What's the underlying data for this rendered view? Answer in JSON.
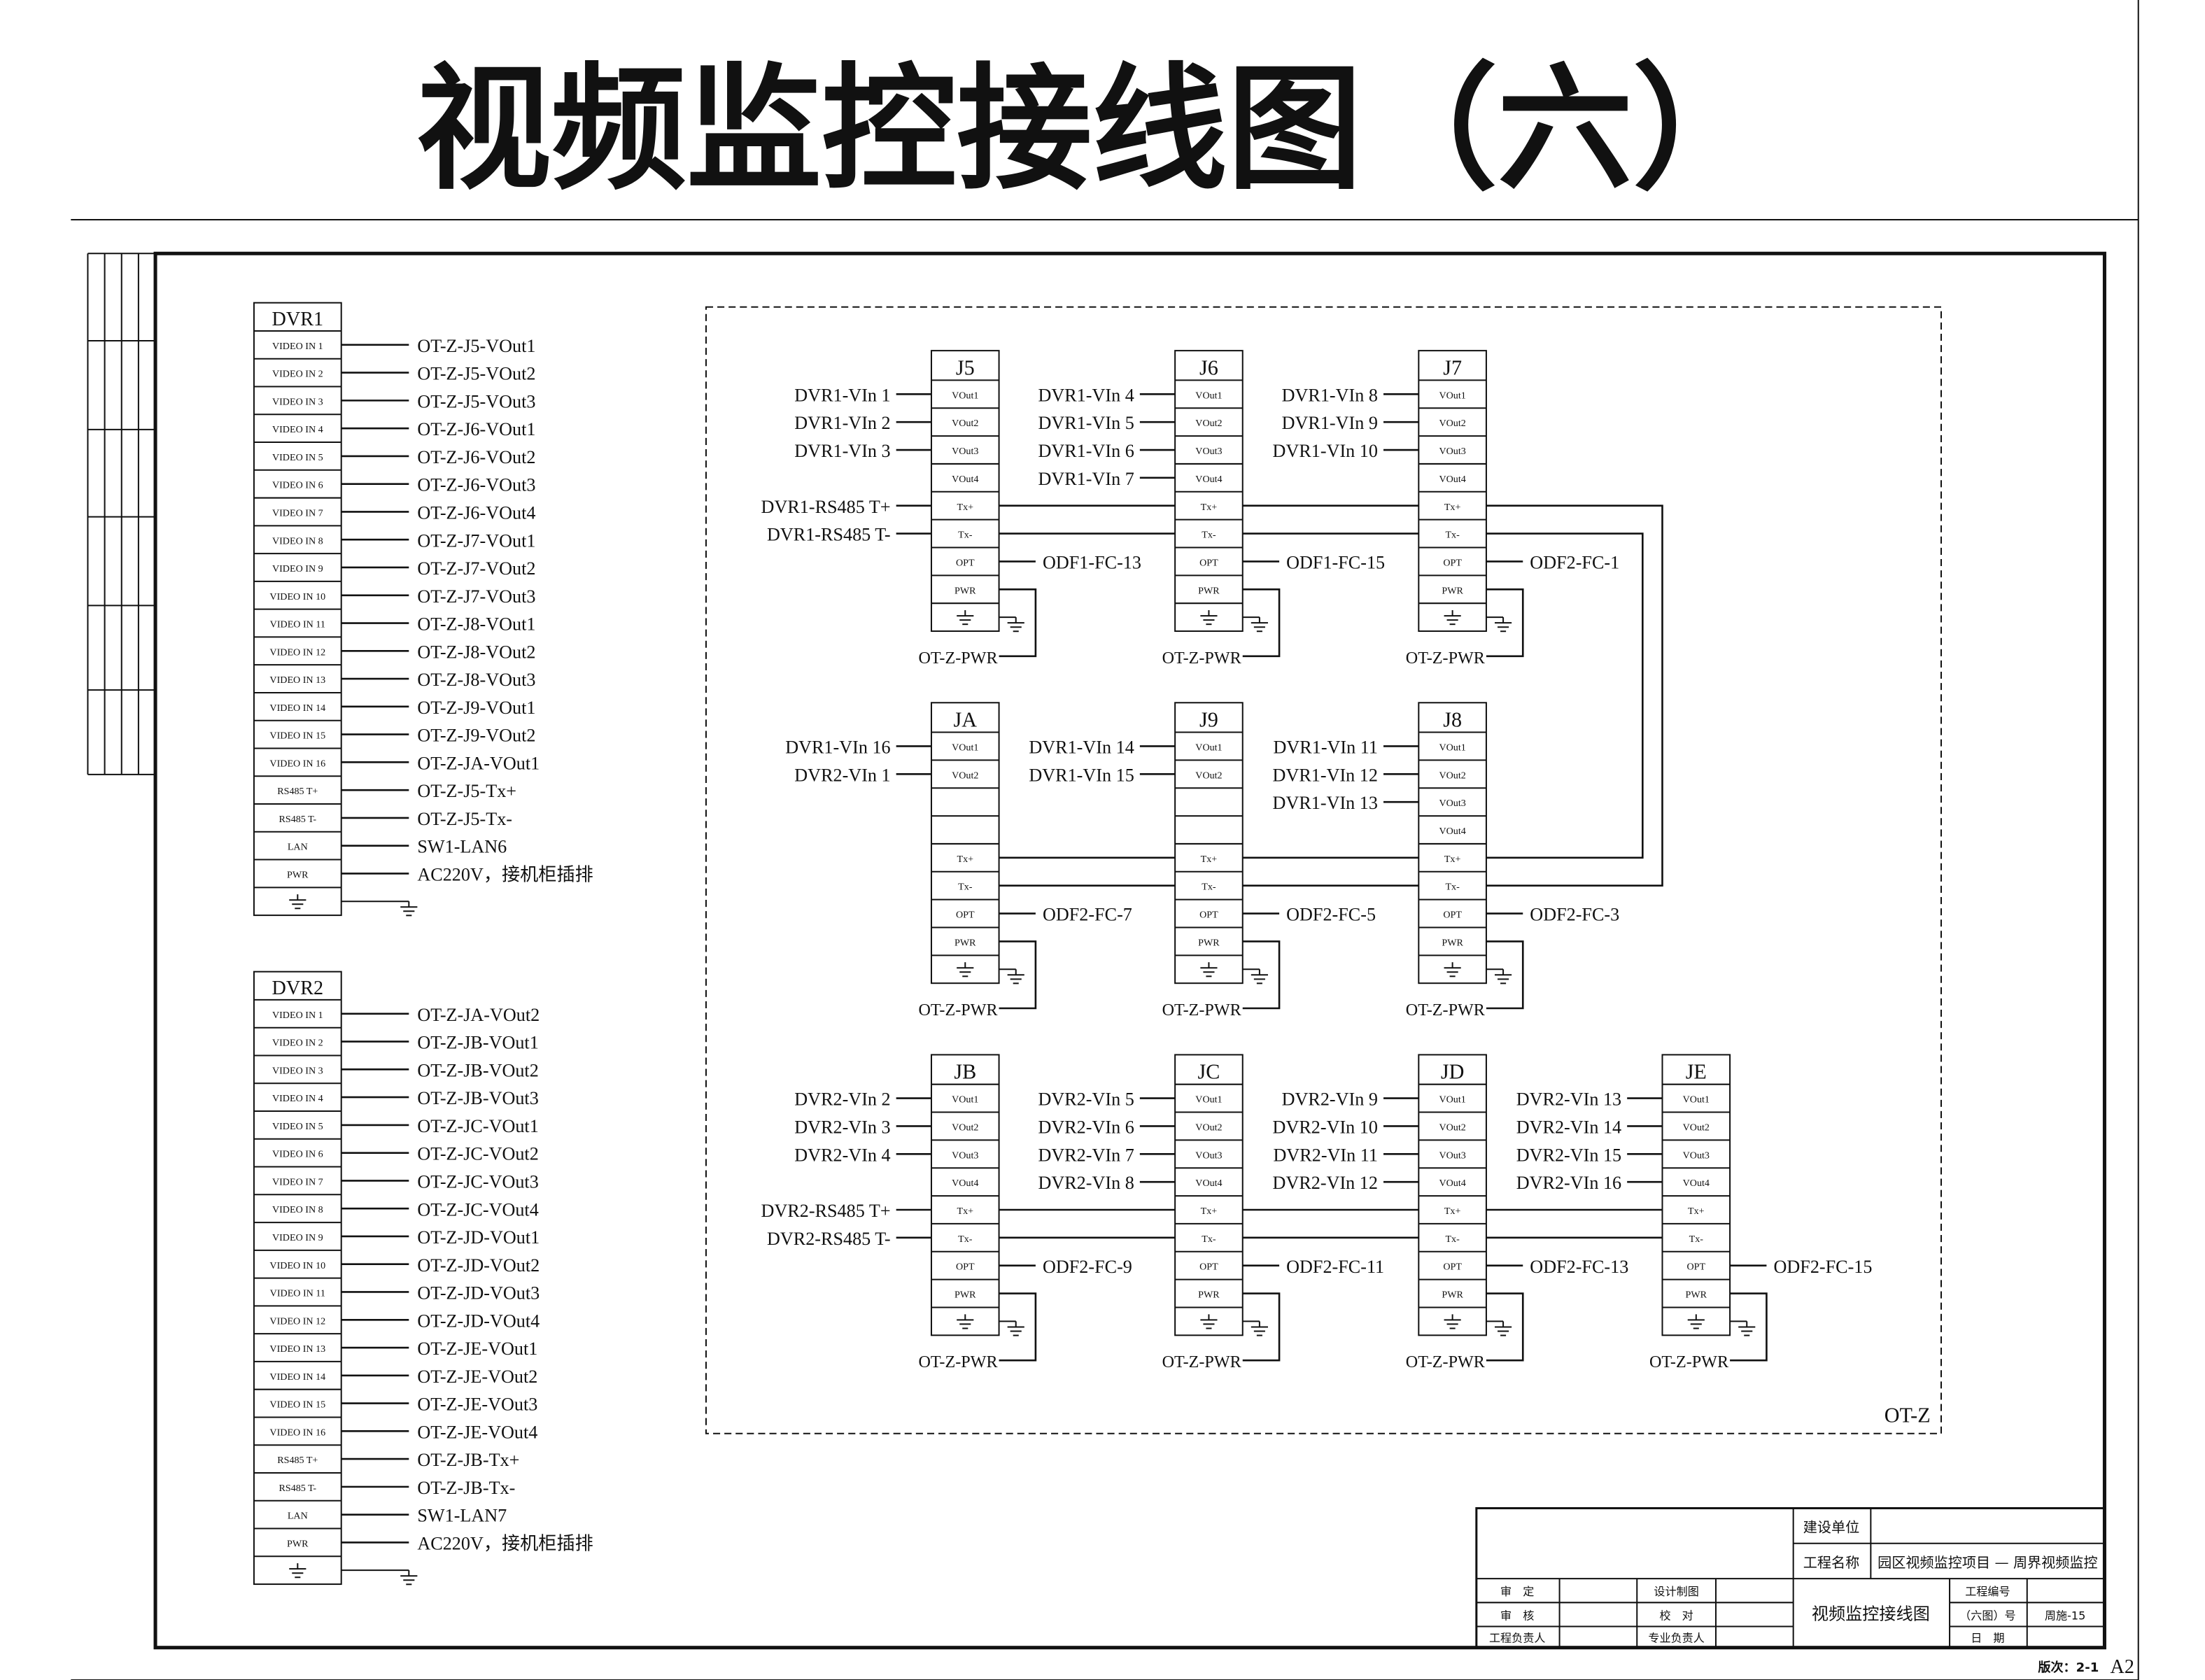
{
  "title": "视频监控接线图（六）",
  "area_label": "OT-Z",
  "dvrs": [
    {
      "name": "DVR1",
      "ports": [
        "VIDEO IN 1",
        "VIDEO IN 2",
        "VIDEO IN 3",
        "VIDEO IN 4",
        "VIDEO IN 5",
        "VIDEO IN 6",
        "VIDEO IN 7",
        "VIDEO IN 8",
        "VIDEO IN 9",
        "VIDEO IN 10",
        "VIDEO IN 11",
        "VIDEO IN 12",
        "VIDEO IN 13",
        "VIDEO IN 14",
        "VIDEO IN 15",
        "VIDEO IN 16",
        "RS485 T+",
        "RS485 T-",
        "LAN",
        "PWR",
        ""
      ],
      "connections": [
        "OT-Z-J5-VOut1",
        "OT-Z-J5-VOut2",
        "OT-Z-J5-VOut3",
        "OT-Z-J6-VOut1",
        "OT-Z-J6-VOut2",
        "OT-Z-J6-VOut3",
        "OT-Z-J6-VOut4",
        "OT-Z-J7-VOut1",
        "OT-Z-J7-VOut2",
        "OT-Z-J7-VOut3",
        "OT-Z-J8-VOut1",
        "OT-Z-J8-VOut2",
        "OT-Z-J8-VOut3",
        "OT-Z-J9-VOut1",
        "OT-Z-J9-VOut2",
        "OT-Z-JA-VOut1",
        "OT-Z-J5-Tx+",
        "OT-Z-J5-Tx-",
        "SW1-LAN6",
        "AC220V，接机柜插排",
        ""
      ]
    },
    {
      "name": "DVR2",
      "ports": [
        "VIDEO IN 1",
        "VIDEO IN 2",
        "VIDEO IN 3",
        "VIDEO IN 4",
        "VIDEO IN 5",
        "VIDEO IN 6",
        "VIDEO IN 7",
        "VIDEO IN 8",
        "VIDEO IN 9",
        "VIDEO IN 10",
        "VIDEO IN 11",
        "VIDEO IN 12",
        "VIDEO IN 13",
        "VIDEO IN 14",
        "VIDEO IN 15",
        "VIDEO IN 16",
        "RS485 T+",
        "RS485 T-",
        "LAN",
        "PWR",
        ""
      ],
      "connections": [
        "OT-Z-JA-VOut2",
        "OT-Z-JB-VOut1",
        "OT-Z-JB-VOut2",
        "OT-Z-JB-VOut3",
        "OT-Z-JC-VOut1",
        "OT-Z-JC-VOut2",
        "OT-Z-JC-VOut3",
        "OT-Z-JC-VOut4",
        "OT-Z-JD-VOut1",
        "OT-Z-JD-VOut2",
        "OT-Z-JD-VOut3",
        "OT-Z-JD-VOut4",
        "OT-Z-JE-VOut1",
        "OT-Z-JE-VOut2",
        "OT-Z-JE-VOut3",
        "OT-Z-JE-VOut4",
        "OT-Z-JB-Tx+",
        "OT-Z-JB-Tx-",
        "SW1-LAN7",
        "AC220V，接机柜插排",
        ""
      ]
    }
  ],
  "junction_rows": [
    [
      {
        "name": "J5",
        "ports": [
          "VOut1",
          "VOut2",
          "VOut3",
          "VOut4",
          "Tx+",
          "Tx-",
          "OPT",
          "PWR",
          ""
        ],
        "inputs": [
          "DVR1-VIn 1",
          "DVR1-VIn 2",
          "DVR1-VIn 3",
          "",
          "DVR1-RS485 T+",
          "DVR1-RS485 T-"
        ],
        "opt": "ODF1-FC-13",
        "pwr": "OT-Z-PWR"
      },
      {
        "name": "J6",
        "ports": [
          "VOut1",
          "VOut2",
          "VOut3",
          "VOut4",
          "Tx+",
          "Tx-",
          "OPT",
          "PWR",
          ""
        ],
        "inputs": [
          "DVR1-VIn 4",
          "DVR1-VIn 5",
          "DVR1-VIn 6",
          "DVR1-VIn 7"
        ],
        "opt": "ODF1-FC-15",
        "pwr": "OT-Z-PWR"
      },
      {
        "name": "J7",
        "ports": [
          "VOut1",
          "VOut2",
          "VOut3",
          "VOut4",
          "Tx+",
          "Tx-",
          "OPT",
          "PWR",
          ""
        ],
        "inputs": [
          "DVR1-VIn 8",
          "DVR1-VIn 9",
          "DVR1-VIn 10"
        ],
        "opt": "ODF2-FC-1",
        "pwr": "OT-Z-PWR"
      }
    ],
    [
      {
        "name": "JA",
        "ports": [
          "VOut1",
          "VOut2",
          "",
          "",
          "Tx+",
          "Tx-",
          "OPT",
          "PWR",
          ""
        ],
        "inputs": [
          "DVR1-VIn 16",
          "DVR2-VIn 1"
        ],
        "opt": "ODF2-FC-7",
        "pwr": "OT-Z-PWR"
      },
      {
        "name": "J9",
        "ports": [
          "VOut1",
          "VOut2",
          "",
          "",
          "Tx+",
          "Tx-",
          "OPT",
          "PWR",
          ""
        ],
        "inputs": [
          "DVR1-VIn 14",
          "DVR1-VIn 15"
        ],
        "opt": "ODF2-FC-5",
        "pwr": "OT-Z-PWR"
      },
      {
        "name": "J8",
        "ports": [
          "VOut1",
          "VOut2",
          "VOut3",
          "VOut4",
          "Tx+",
          "Tx-",
          "OPT",
          "PWR",
          ""
        ],
        "inputs": [
          "DVR1-VIn 11",
          "DVR1-VIn 12",
          "DVR1-VIn 13"
        ],
        "opt": "ODF2-FC-3",
        "pwr": "OT-Z-PWR"
      }
    ],
    [
      {
        "name": "JB",
        "ports": [
          "VOut1",
          "VOut2",
          "VOut3",
          "VOut4",
          "Tx+",
          "Tx-",
          "OPT",
          "PWR",
          ""
        ],
        "inputs": [
          "DVR2-VIn 2",
          "DVR2-VIn 3",
          "DVR2-VIn 4",
          "",
          "DVR2-RS485 T+",
          "DVR2-RS485 T-"
        ],
        "opt": "ODF2-FC-9",
        "pwr": "OT-Z-PWR"
      },
      {
        "name": "JC",
        "ports": [
          "VOut1",
          "VOut2",
          "VOut3",
          "VOut4",
          "Tx+",
          "Tx-",
          "OPT",
          "PWR",
          ""
        ],
        "inputs": [
          "DVR2-VIn 5",
          "DVR2-VIn 6",
          "DVR2-VIn 7",
          "DVR2-VIn 8"
        ],
        "opt": "ODF2-FC-11",
        "pwr": "OT-Z-PWR"
      },
      {
        "name": "JD",
        "ports": [
          "VOut1",
          "VOut2",
          "VOut3",
          "VOut4",
          "Tx+",
          "Tx-",
          "OPT",
          "PWR",
          ""
        ],
        "inputs": [
          "DVR2-VIn 9",
          "DVR2-VIn 10",
          "DVR2-VIn 11",
          "DVR2-VIn 12"
        ],
        "opt": "ODF2-FC-13",
        "pwr": "OT-Z-PWR"
      },
      {
        "name": "JE",
        "ports": [
          "VOut1",
          "VOut2",
          "VOut3",
          "VOut4",
          "Tx+",
          "Tx-",
          "OPT",
          "PWR",
          ""
        ],
        "inputs": [
          "DVR2-VIn 13",
          "DVR2-VIn 14",
          "DVR2-VIn 15",
          "DVR2-VIn 16"
        ],
        "opt": "ODF2-FC-15",
        "pwr": "OT-Z-PWR"
      }
    ]
  ],
  "title_block": {
    "client_label": "建设单位",
    "project_label": "工程名称",
    "project_value": "园区视频监控项目 — 周界视频监控",
    "approve": "审　定",
    "design": "设计制图",
    "review": "审　核",
    "check": "校　对",
    "project_lead": "工程负责人",
    "discipline_lead": "专业负责人",
    "drawing_title": "视频监控接线图",
    "project_no_label": "工程编号",
    "drawing_no_label": "（六图）号",
    "drawing_no": "周施-15",
    "date_label": "日　期",
    "version": "版次：2-1",
    "size": "A2"
  }
}
